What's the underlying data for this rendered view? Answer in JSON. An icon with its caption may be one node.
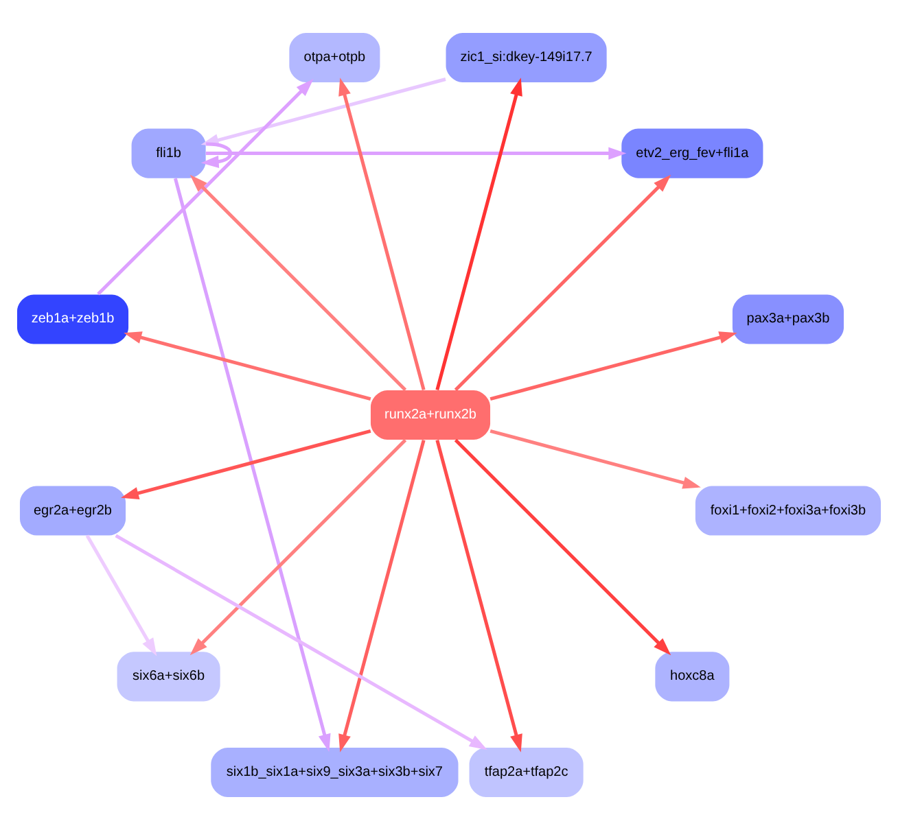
{
  "diagram": {
    "nodes": [
      {
        "text": [
          "pax3a+pax3b"
        ]
      },
      {
        "text": [
          "etv2_erg_fev+fli1a"
        ]
      },
      {
        "text": [
          "zic1_si:dkey-149i17.7"
        ]
      },
      {
        "text": [
          "otpa+otpb"
        ]
      },
      {
        "text": [
          "fli1b"
        ]
      },
      {
        "text": [
          "zeb1a+zeb1b"
        ]
      },
      {
        "text": [
          "runx2a+runx2b"
        ]
      },
      {
        "text": [
          "egr2a+egr2b"
        ]
      },
      {
        "text": [
          "six6a+six6b"
        ]
      },
      {
        "text": [
          "six1b_six1a+six9_six3a+six3b+six7"
        ]
      },
      {
        "text": [
          "tfap2a+tfap2c"
        ]
      },
      {
        "text": [
          "hoxc8a"
        ]
      },
      {
        "text": [
          "foxi1+foxi2+foxi3a+foxi3b"
        ]
      }
    ],
    "edges": [
      {
        "from": 6,
        "to": 0,
        "arrow": "to",
        "color": "#ff6666"
      },
      {
        "from": 6,
        "to": 1,
        "arrow": "to",
        "color": "#ff6666"
      },
      {
        "from": 6,
        "to": 2,
        "arrow": "to",
        "color": "#ff3333"
      },
      {
        "from": 6,
        "to": 3,
        "arrow": "to",
        "color": "#ff7070"
      },
      {
        "from": 6,
        "to": 4,
        "arrow": "to",
        "color": "#ff8080"
      },
      {
        "from": 6,
        "to": 5,
        "arrow": "to",
        "color": "#ff7070"
      },
      {
        "from": 6,
        "to": 7,
        "arrow": "to",
        "color": "#ff5555"
      },
      {
        "from": 6,
        "to": 8,
        "arrow": "to",
        "color": "#ff8080"
      },
      {
        "from": 6,
        "to": 9,
        "arrow": "to",
        "color": "#ff6060"
      },
      {
        "from": 6,
        "to": 11,
        "arrow": "to",
        "color": "#ff4040"
      },
      {
        "from": 6,
        "to": 12,
        "arrow": "to",
        "color": "#ff8080"
      },
      {
        "from": 6,
        "to": 10,
        "arrow": "to",
        "color": "#ff4d4d"
      },
      {
        "from": 4,
        "to": 1,
        "arrow": "to",
        "color": "#dda0ff"
      },
      {
        "from": 2,
        "to": 4,
        "arrow": "to",
        "color": "#e8c8ff"
      },
      {
        "from": 4,
        "to": 4,
        "arrow": "to",
        "color": "#dda0ff"
      },
      {
        "from": 4,
        "to": 9,
        "arrow": "to",
        "color": "#d9a0ff"
      },
      {
        "from": 5,
        "to": 3,
        "arrow": "to",
        "color": "#dda0ff"
      },
      {
        "from": 7,
        "to": 8,
        "arrow": "to",
        "color": "#eeccff"
      },
      {
        "from": 7,
        "to": 10,
        "arrow": "to",
        "color": "#e8b8ff"
      }
    ]
  }
}
